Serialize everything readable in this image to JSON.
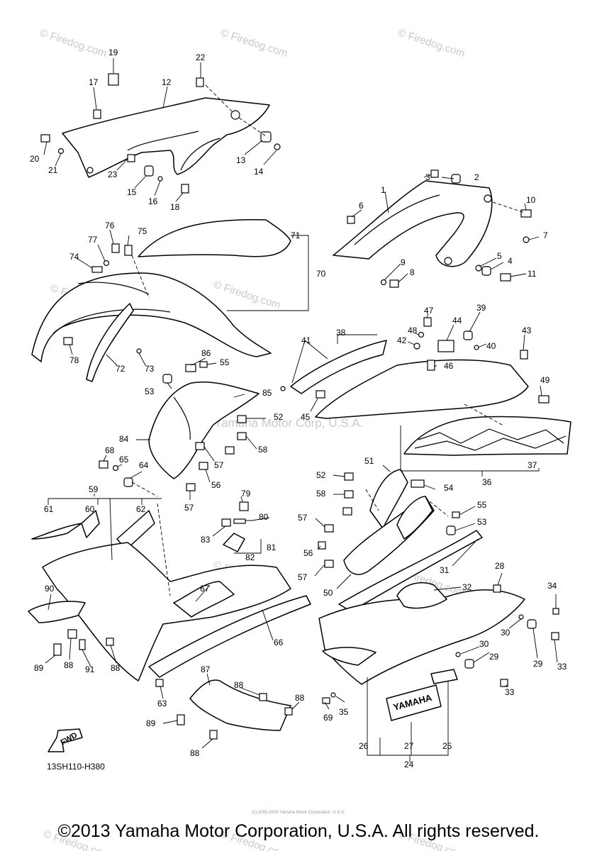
{
  "diagram_code": "13SH110-H380",
  "footer": "©2013 Yamaha Motor Corporation, U.S.A. All rights reserved.",
  "fine_print": "(c) 2005-2016 Yamaha Motor Corporation, U.S.A.",
  "watermark": "© Firedog.com",
  "watermark_center": "© Yamaha Motor Corp, U.S.A.",
  "fwd_label": "FWD",
  "decal_text": "YAMAHA",
  "labels": {
    "1": "1",
    "2": "2",
    "3": "3",
    "4": "4",
    "5": "5",
    "6": "6",
    "7": "7",
    "8": "8",
    "9": "9",
    "10": "10",
    "11": "11",
    "12": "12",
    "13": "13",
    "14": "14",
    "15": "15",
    "16": "16",
    "17": "17",
    "18": "18",
    "19": "19",
    "20": "20",
    "21": "21",
    "22": "22",
    "23": "23",
    "24": "24",
    "25": "25",
    "26": "26",
    "27": "27",
    "28": "28",
    "29": "29",
    "30": "30",
    "31": "31",
    "32": "32",
    "33": "33",
    "34": "34",
    "35": "35",
    "36": "36",
    "37": "37",
    "38": "38",
    "39": "39",
    "40": "40",
    "41": "41",
    "42": "42",
    "43": "43",
    "44": "44",
    "45": "45",
    "46": "46",
    "47": "47",
    "48": "48",
    "49": "49",
    "50": "50",
    "51": "51",
    "52": "52",
    "53": "53",
    "54": "54",
    "55": "55",
    "56": "56",
    "57": "57",
    "58": "58",
    "59": "59",
    "60": "60",
    "61": "61",
    "62": "62",
    "63": "63",
    "64": "64",
    "65": "65",
    "66": "66",
    "67": "67",
    "68": "68",
    "69": "69",
    "70": "70",
    "71": "71",
    "72": "72",
    "73": "73",
    "74": "74",
    "75": "75",
    "76": "76",
    "77": "77",
    "78": "78",
    "79": "79",
    "80": "80",
    "81": "81",
    "82": "82",
    "83": "83",
    "84": "84",
    "85": "85",
    "86": "86",
    "87": "87",
    "88": "88",
    "89": "89",
    "90": "90",
    "91": "91"
  }
}
